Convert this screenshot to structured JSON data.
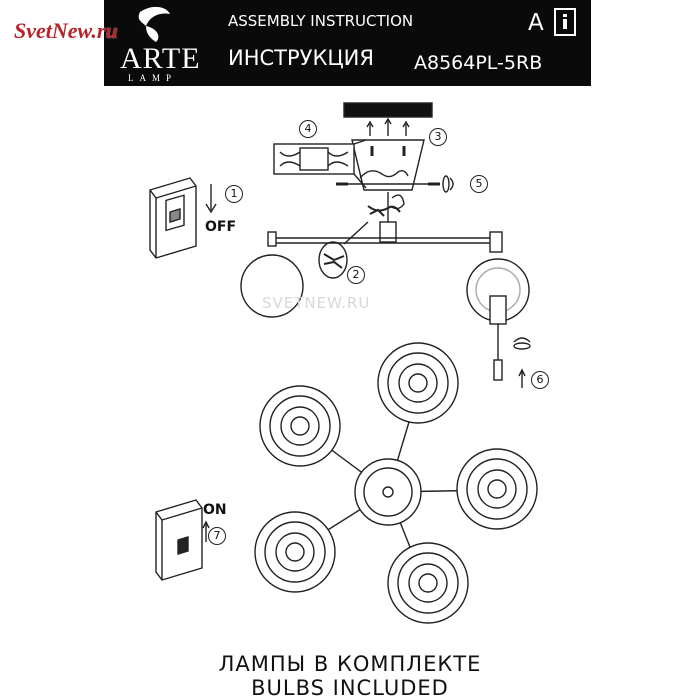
{
  "header": {
    "title_en": "ASSEMBLY INSTRUCTION",
    "title_ru": "ИНСТРУКЦИЯ",
    "model": "A8564PL-5RB",
    "brand": "ARTE",
    "brand_sub": "LAMP",
    "class_mark": "A",
    "icon": "info-book-icon"
  },
  "watermarks": {
    "corner": "SvetNew.ru",
    "center": "SVETNEW.RU"
  },
  "steps": {
    "s1": "1",
    "s2": "2",
    "s3": "3",
    "s4": "4",
    "s5": "5",
    "s6": "6",
    "s7": "7"
  },
  "switch": {
    "off_label": "OFF",
    "on_label": "ON"
  },
  "footer": {
    "line_ru": "ЛАМПЫ В  КОМПЛЕКТЕ",
    "line_en": "BULBS INCLUDED"
  }
}
